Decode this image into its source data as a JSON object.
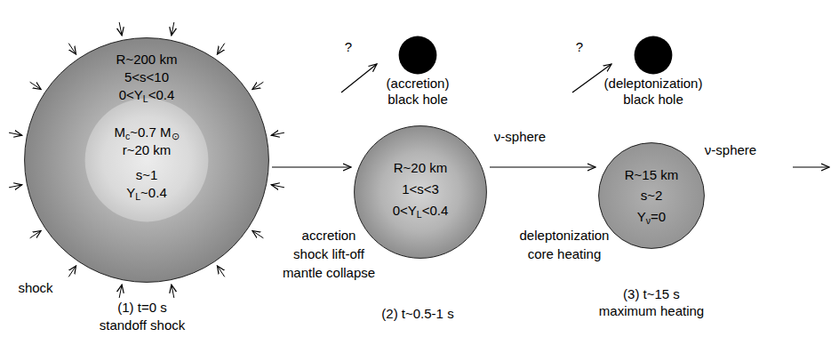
{
  "diagram": {
    "nodes": [
      {
        "text": [
          "R~200 km",
          "5<s<10",
          "0<YL<0.4"
        ]
      },
      {
        "text": [
          "Mc~0.7 M⊙",
          "r~20 km",
          "s~1",
          "YL~0.4"
        ],
        "in": 0
      },
      {
        "text": [
          "(accretion) black hole"
        ]
      },
      {
        "text": [
          "R~20 km",
          "1<s<3",
          "0<YL<0.4",
          "ν-sphere"
        ]
      },
      {
        "text": [
          "(deleptonization) black hole"
        ]
      },
      {
        "text": [
          "R~15 km",
          "s~2",
          "Yν=0",
          "ν-sphere"
        ]
      }
    ],
    "edges": [
      {
        "from": 0,
        "to": 3,
        "arrow": "to",
        "label": "accretion shock lift-off mantle collapse"
      },
      {
        "from": 3,
        "to": 5,
        "arrow": "to",
        "label": "deleptonization core heating"
      }
    ],
    "labels": [
      "shock",
      "(1) t=0 s standoff shock",
      "?",
      "(2) t~0.5-1 s",
      "?",
      "(3) t~15 s maximum heating"
    ]
  }
}
